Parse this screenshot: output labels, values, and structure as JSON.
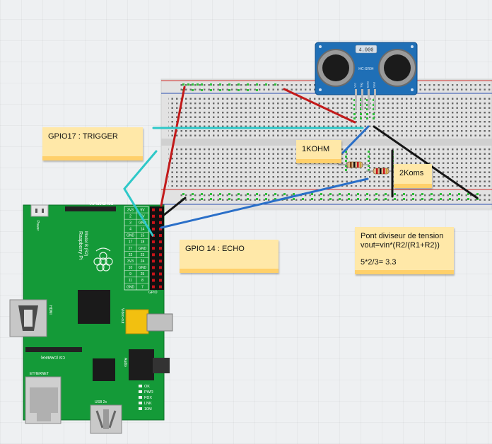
{
  "notes": {
    "trigger": "GPIO17 : TRIGGER",
    "echo": "GPIO 14 : ECHO",
    "r1": "1KOHM",
    "r2": "2Koms",
    "divider": {
      "line1": "Pont diviseur de tension",
      "line2": "vout=vin*(R2/(R1+R2))",
      "line3": "5*2/3= 3.3"
    }
  },
  "sensor": {
    "display": "4.000",
    "model": "HC-SR04",
    "pins": [
      "Vcc",
      "Trig",
      "Echo",
      "Gnd"
    ]
  },
  "pi": {
    "name": "Raspberry Pi",
    "model": "Model B (R2)",
    "gpio_label": "GPIO",
    "display_label": "DSI (DISPLAY)",
    "camera_label": "CSI (CAMERA)",
    "power_label": "Power",
    "hdmi_label": "HDMI",
    "video_label": "Video-out",
    "audio_label": "Audio",
    "ethernet_label": "ETHERNET",
    "usb_label": "USB 2x",
    "leds": [
      "OK",
      "PWR",
      "FDX",
      "LNK",
      "10M"
    ],
    "pin_left": [
      "3V3",
      "2",
      "3",
      "4",
      "GND",
      "17",
      "27",
      "22",
      "3V3",
      "10",
      "9",
      "11",
      "GND"
    ],
    "pin_right": [
      "5V",
      "5V",
      "GND",
      "14",
      "15",
      "18",
      "GND",
      "23",
      "24",
      "GND",
      "25",
      "8",
      "7"
    ]
  },
  "colors": {
    "pcb": "#149a38",
    "sensor": "#1f6fb6",
    "wire_red": "#c21a1a",
    "wire_black": "#151515",
    "wire_cyan": "#2ec8c8",
    "wire_blue": "#2a6fc8",
    "note": "#ffe8a8"
  }
}
